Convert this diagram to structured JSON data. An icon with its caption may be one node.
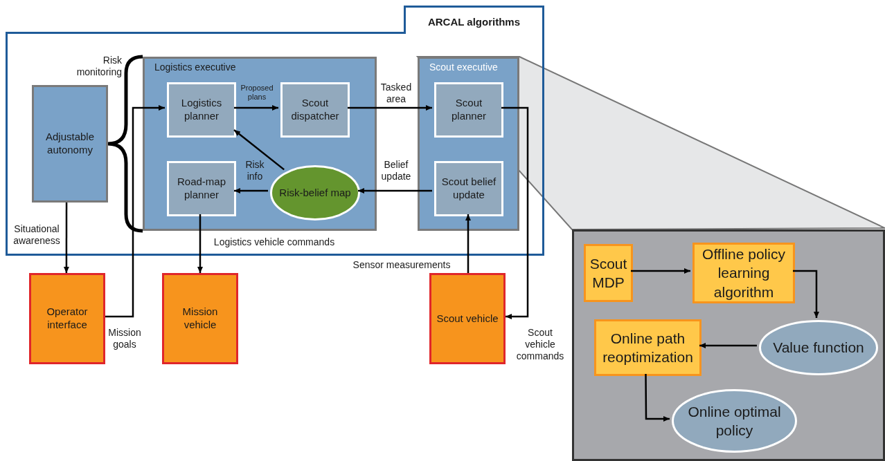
{
  "diagram": {
    "nodes": [
      {
        "text": [
          "ARCAL algorithms"
        ]
      },
      {
        "text": [
          "Adjustable autonomy"
        ],
        "in": 0
      },
      {
        "text": [
          "Logistics executive"
        ],
        "in": 0
      },
      {
        "text": [
          "Logistics planner"
        ],
        "in": 2
      },
      {
        "text": [
          "Scout dispatcher"
        ],
        "in": 2
      },
      {
        "text": [
          "Road-map planner"
        ],
        "in": 2
      },
      {
        "text": [
          "Risk-belief map"
        ],
        "in": 2
      },
      {
        "text": [
          "Scout executive"
        ],
        "in": 0
      },
      {
        "text": [
          "Scout planner"
        ],
        "in": 7
      },
      {
        "text": [
          "Scout belief update"
        ],
        "in": 7
      },
      {
        "text": [
          "Operator interface"
        ]
      },
      {
        "text": [
          "Mission vehicle"
        ]
      },
      {
        "text": [
          "Scout vehicle"
        ]
      },
      {
        "text": [],
        "shape": "box"
      },
      {
        "text": [
          "Scout MDP"
        ],
        "in": 13
      },
      {
        "text": [
          "Offline policy learning algorithm"
        ],
        "in": 13
      },
      {
        "text": [
          "Online path reoptimization"
        ],
        "in": 13
      },
      {
        "text": [
          "Value function"
        ],
        "in": 13
      },
      {
        "text": [
          "Online optimal policy"
        ],
        "in": 13
      }
    ],
    "edges": [
      {
        "from": 3,
        "to": 4,
        "arrow": "to",
        "label": "Proposed plans"
      },
      {
        "from": 4,
        "to": 8,
        "arrow": "to",
        "label": "Tasked area"
      },
      {
        "from": 6,
        "to": 3,
        "arrow": "to"
      },
      {
        "from": 6,
        "to": 5,
        "arrow": "to",
        "label": "Risk info"
      },
      {
        "from": 9,
        "to": 6,
        "arrow": "to",
        "label": "Belief update"
      },
      {
        "from": 12,
        "to": 9,
        "arrow": "to",
        "label": "Sensor measurements"
      },
      {
        "from": 8,
        "to": 12,
        "arrow": "to",
        "label": "Scout vehicle commands"
      },
      {
        "from": 5,
        "to": 11,
        "arrow": "to",
        "label": "Logistics vehicle commands"
      },
      {
        "from": 1,
        "to": 10,
        "arrow": "to",
        "label": "Situational awareness"
      },
      {
        "from": 10,
        "to": 3,
        "arrow": "to",
        "label": "Mission goals"
      },
      {
        "from": 14,
        "to": 15,
        "arrow": "to"
      },
      {
        "from": 15,
        "to": 17,
        "arrow": "to"
      },
      {
        "from": 17,
        "to": 16,
        "arrow": "to"
      },
      {
        "from": 16,
        "to": 18,
        "arrow": "to"
      }
    ],
    "labels": [
      "Risk monitoring"
    ]
  }
}
